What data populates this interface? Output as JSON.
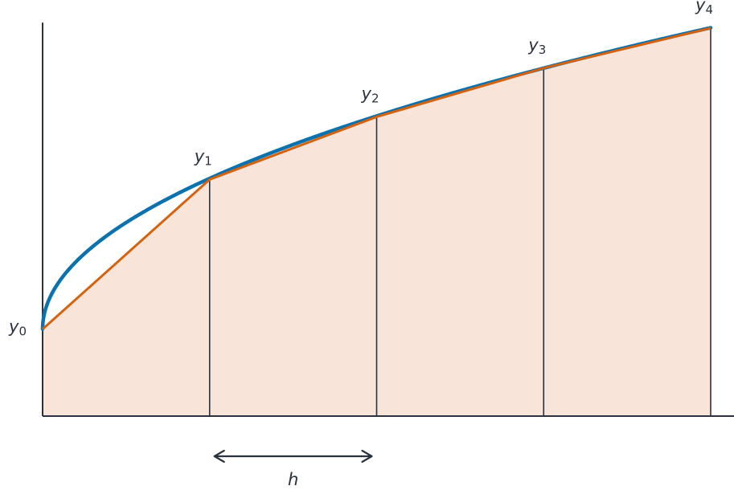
{
  "chart_data": {
    "type": "area",
    "function": "sqrt",
    "x": [
      0,
      1,
      2,
      3,
      4
    ],
    "y_points": [
      {
        "label": "y",
        "subscript": "0",
        "x": 0,
        "y": 0.5
      },
      {
        "label": "y",
        "subscript": "1",
        "x": 1,
        "y": 1.36
      },
      {
        "label": "y",
        "subscript": "2",
        "x": 2,
        "y": 1.72
      },
      {
        "label": "y",
        "subscript": "3",
        "x": 3,
        "y": 2.0
      },
      {
        "label": "y",
        "subscript": "4",
        "x": 4,
        "y": 2.23
      }
    ],
    "curve": {
      "offset": 0.5,
      "coef": 0.866
    },
    "step_label": "h",
    "xlim": [
      0,
      4.2
    ],
    "ylim": [
      0,
      2.4
    ],
    "grid": false
  },
  "colors": {
    "axis": "#2a3240",
    "curve": "#0b72ad",
    "trapezoid_line": "#d4620f",
    "fill": "#f8e4d8"
  }
}
